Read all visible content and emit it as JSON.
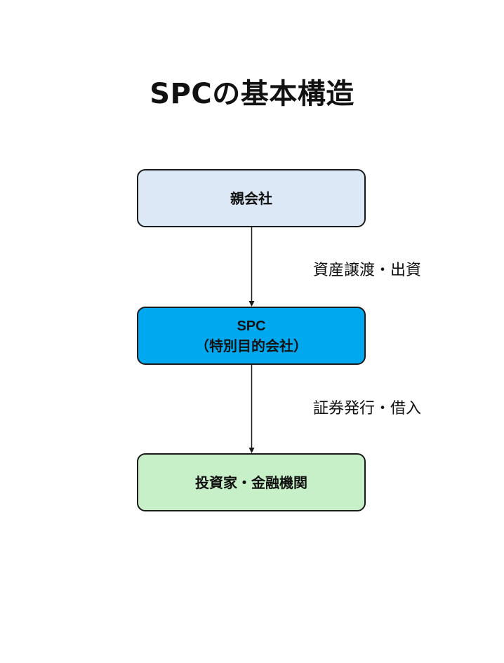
{
  "diagram": {
    "title": "SPCの基本構造",
    "nodes": {
      "parent": {
        "label": "親会社"
      },
      "spc": {
        "line1": "SPC",
        "line2": "（特別目的会社）"
      },
      "investors": {
        "label": "投資家・金融機関"
      }
    },
    "edges": {
      "parent_to_spc": {
        "label": "資産譲渡・出資"
      },
      "spc_to_investors": {
        "label": "証券発行・借入"
      }
    },
    "colors": {
      "parent_fill": "#dce8f5",
      "spc_fill": "#00a8ef",
      "investors_fill": "#c7f0c8",
      "border": "#1a1a1a"
    }
  }
}
